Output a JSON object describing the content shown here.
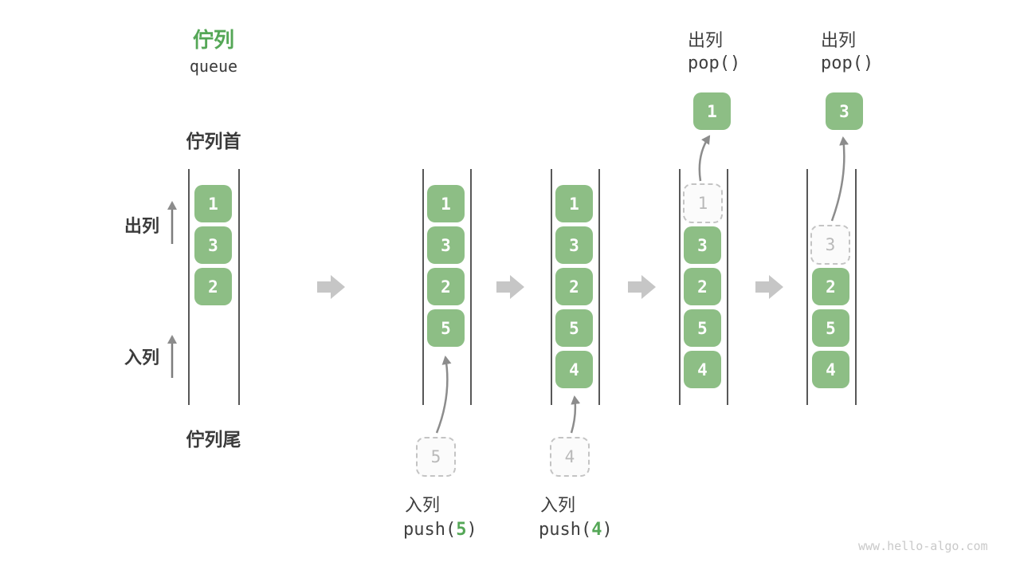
{
  "diagram": "queue-push-pop-states",
  "palette": {
    "item_green": "#8dbe85",
    "accent_green": "#55a757",
    "text_dark": "#3b3b3b",
    "ghost_gray": "#c4c4c4",
    "arrow_gray": "#8c8c8c",
    "block_arrow_gray": "#c6c6c6"
  },
  "title": {
    "zh": "佇列",
    "en": "queue"
  },
  "side_labels": {
    "front": "佇列首",
    "rear": "佇列尾",
    "dequeue": "出列",
    "enqueue": "入列"
  },
  "states": [
    {
      "name": "initial",
      "items": [
        "1",
        "3",
        "2"
      ]
    },
    {
      "name": "after-push-5",
      "items": [
        "1",
        "3",
        "2",
        "5"
      ],
      "staged": "5"
    },
    {
      "name": "after-push-4",
      "items": [
        "1",
        "3",
        "2",
        "5",
        "4"
      ],
      "staged": "4"
    },
    {
      "name": "pop-1",
      "ghost": "1",
      "items": [
        "3",
        "2",
        "5",
        "4"
      ],
      "popped": "1"
    },
    {
      "name": "pop-3",
      "ghost": "3",
      "items": [
        "2",
        "5",
        "4"
      ],
      "popped": "3"
    }
  ],
  "operations": {
    "push5": {
      "label": "入列",
      "fn": "push(",
      "arg": "5",
      "close": ")"
    },
    "push4": {
      "label": "入列",
      "fn": "push(",
      "arg": "4",
      "close": ")"
    },
    "pop1": {
      "label": "出列",
      "code": "pop()"
    },
    "pop3": {
      "label": "出列",
      "code": "pop()"
    }
  },
  "watermark": "www.hello-algo.com"
}
